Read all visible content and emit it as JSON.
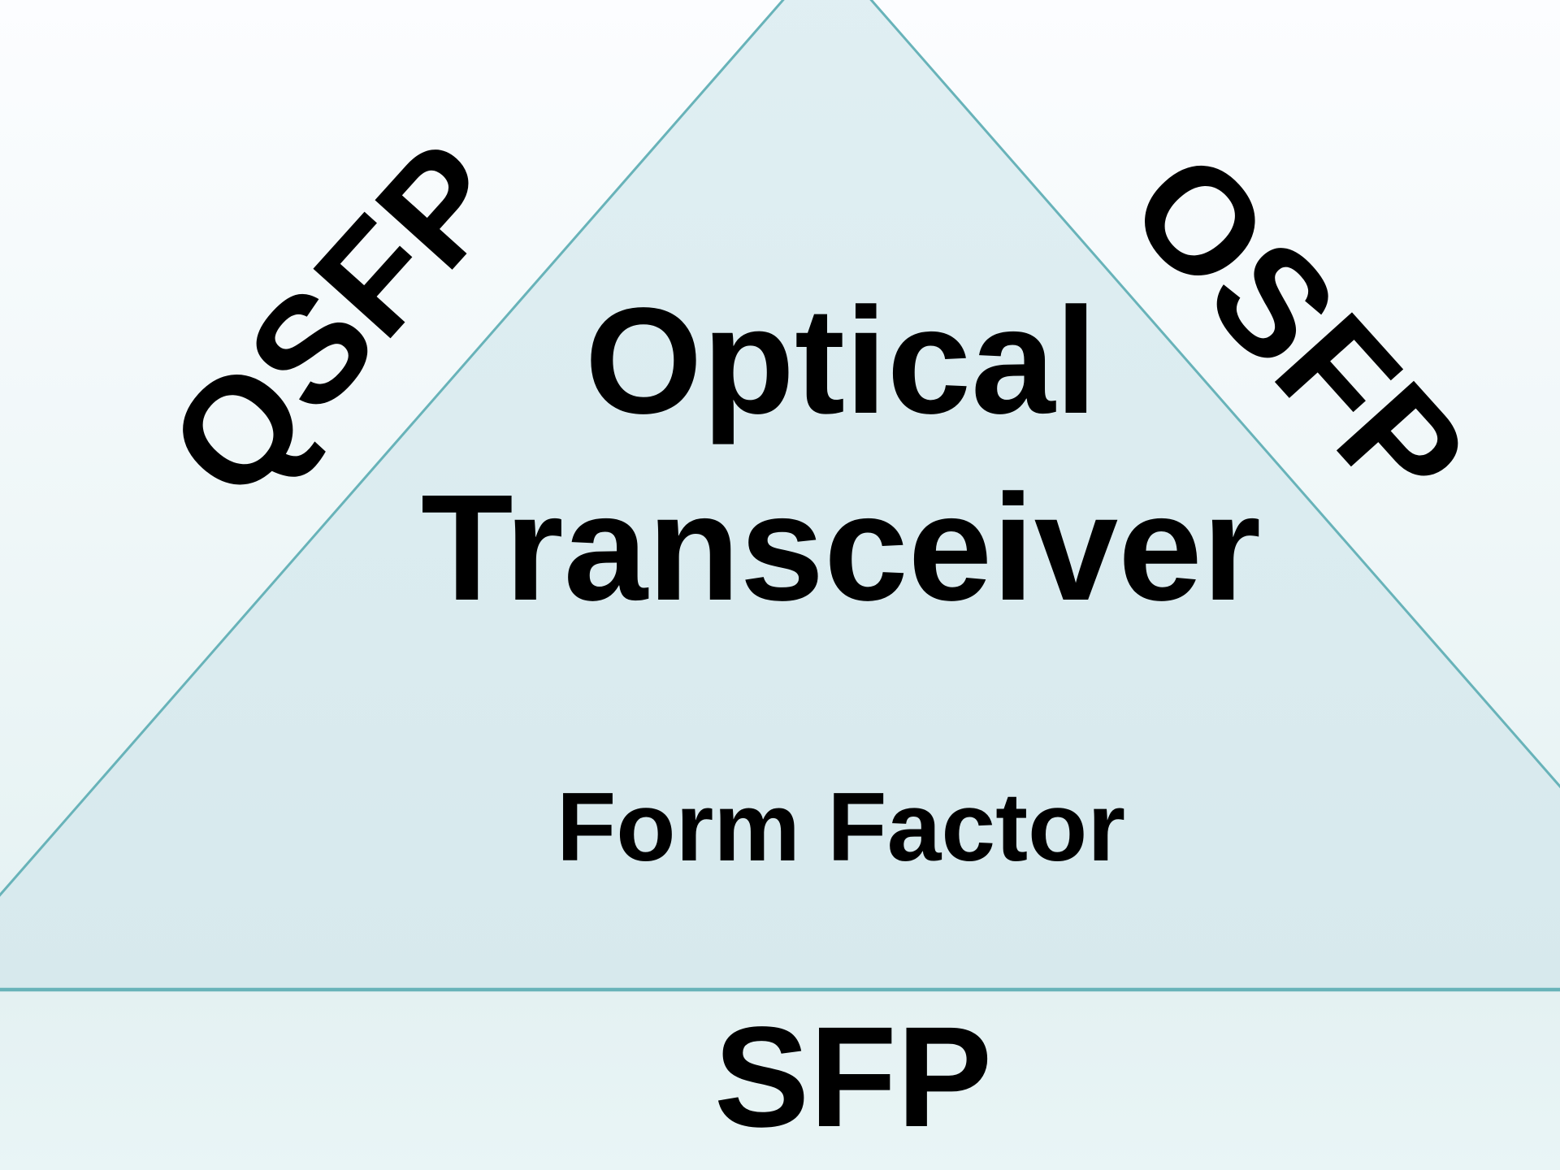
{
  "diagram": {
    "center_title": {
      "line1": "Optical",
      "line2": "Transceiver"
    },
    "center_subtitle": "Form Factor",
    "edge_labels": {
      "left": "QSFP",
      "right": "OSFP",
      "bottom": "SFP"
    }
  },
  "colors": {
    "background_top": "#fcfdff",
    "background_mid": "#edf6f7",
    "background_lower": "#e4f1f2",
    "background_bottom": "#e9f5f6",
    "triangle_fill_top": "#e0eff3",
    "triangle_fill_bottom": "#d7e9ed",
    "triangle_edge": "#68b3b9",
    "text": "#000000"
  }
}
